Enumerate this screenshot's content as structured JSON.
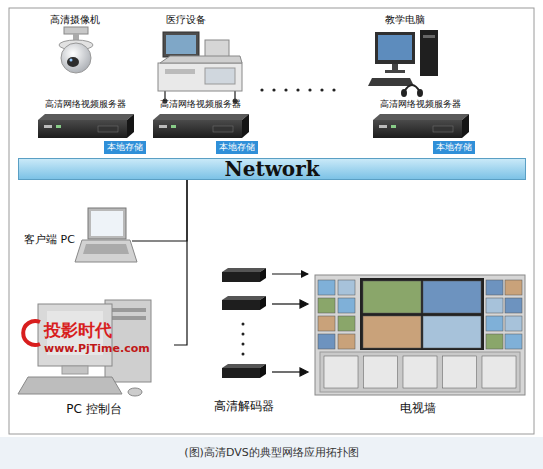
{
  "diagram": {
    "caption": "(图)高清DVS的典型网络应用拓扑图",
    "nodes": [
      {
        "text": [
          "高清摄像机"
        ]
      },
      {
        "text": [
          "医疗设备"
        ]
      },
      {
        "text": [
          "教学电脑"
        ]
      },
      {
        "text": [
          "高清网络视频服务器"
        ]
      },
      {
        "text": [
          "本地存储"
        ]
      },
      {
        "text": [
          "高清网络视频服务器"
        ]
      },
      {
        "text": [
          "本地存储"
        ]
      },
      {
        "text": [
          "高清网络视频服务器"
        ]
      },
      {
        "text": [
          "本地存储"
        ]
      },
      {
        "text": [
          "Network"
        ]
      },
      {
        "text": [
          "客户端 PC"
        ]
      },
      {
        "text": [
          "高清解码器"
        ]
      },
      {
        "text": [
          "电视墙"
        ]
      },
      {
        "text": [
          "PC 控制台"
        ]
      }
    ],
    "edges": [
      {
        "from": 10,
        "to": 9,
        "arrow": "none"
      },
      {
        "from": 13,
        "to": 9,
        "arrow": "none"
      },
      {
        "from": 11,
        "to": 12,
        "arrow": "to"
      }
    ],
    "labels": [
      "投影时代",
      "www.PjTime.com"
    ]
  }
}
